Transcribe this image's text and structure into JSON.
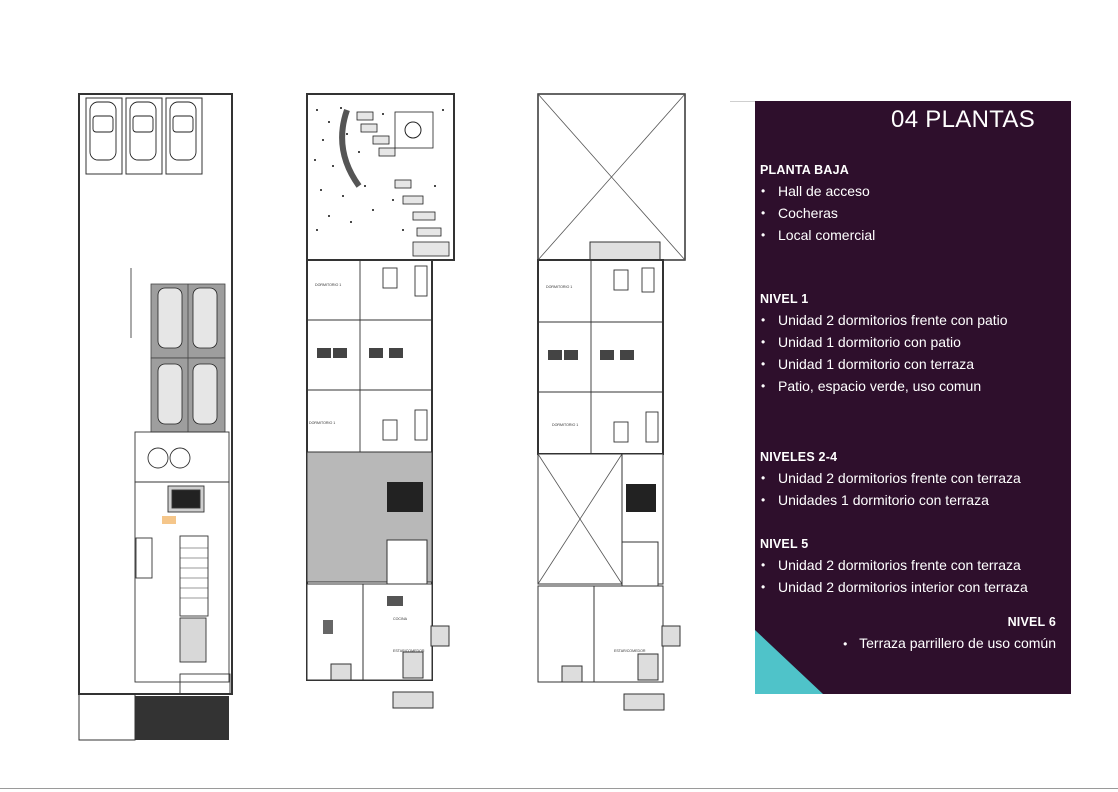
{
  "panel": {
    "title": "04 PLANTAS",
    "accent_color": "#4fc3c9",
    "background_color": "#2e0f2c",
    "sections": [
      {
        "heading": "PLANTA BAJA",
        "items": [
          "Hall de acceso",
          "Cocheras",
          "Local comercial"
        ]
      },
      {
        "heading": "NIVEL 1",
        "items": [
          "Unidad 2 dormitorios frente con patio",
          "Unidad 1 dormitorio con patio",
          " Unidad 1 dormitorio con terraza",
          "Patio, espacio verde, uso comun"
        ]
      },
      {
        "heading": "NIVELES 2-4",
        "items": [
          "Unidad 2 dormitorios frente con terraza",
          "Unidades 1 dormitorio con terraza"
        ]
      },
      {
        "heading": "NIVEL 5",
        "items": [
          "Unidad 2 dormitorios frente con terraza",
          "Unidad 2 dormitorios interior con terraza"
        ]
      },
      {
        "heading": "NIVEL 6",
        "items": [
          "Terraza parrillero de uso común"
        ]
      }
    ]
  },
  "plans": {
    "level1_labels": {
      "bedroom_front": "DORMITORIO 1",
      "bedroom_rear": "DORMITORIO 1",
      "kitchen": "COCINA",
      "living": "ESTAR/COMEDOR"
    },
    "typical_labels": {
      "bedroom_front": "DORMITORIO 1",
      "bedroom_rear": "DORMITORIO 1",
      "living": "ESTAR/COMEDOR"
    }
  }
}
